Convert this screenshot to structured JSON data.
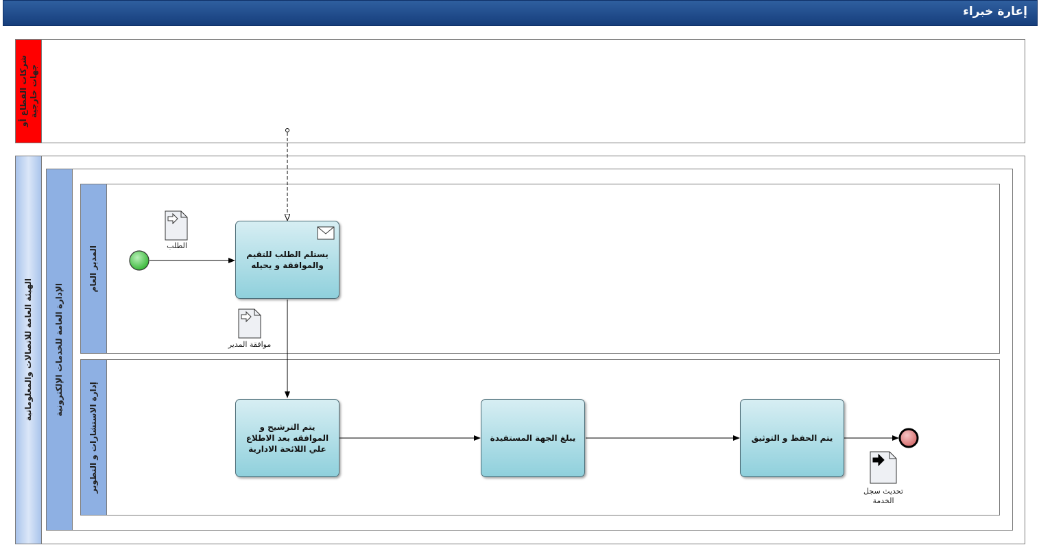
{
  "title": "إعارة خبراء",
  "pools": {
    "external": {
      "label": "شركات القطاع أو جهات خارجية",
      "color": "#ff0000"
    },
    "authority": {
      "label": "الهيئة العامة للاتصالات والمعلوماتية"
    }
  },
  "department": {
    "label": "الإدارة العامة للخدمات الإلكترونية"
  },
  "lanes": {
    "director": {
      "label": "المدير العام"
    },
    "consulting": {
      "label": "إدارة الاستشارات و التطوير"
    }
  },
  "tasks": {
    "receive": {
      "label": "يستلم الطلب للتقيم والموافقة و يحيله"
    },
    "nominate": {
      "label": "يتم الترشيح و الموافقه بعد الاطلاع علي اللائحة الادارية"
    },
    "notify": {
      "label": "يبلغ الجهة المستفيدة"
    },
    "archive": {
      "label": "يتم الحفظ و التوثيق"
    }
  },
  "documents": {
    "request": {
      "label": "الطلب"
    },
    "approval": {
      "label": "موافقة المدير"
    },
    "update": {
      "label": "تحديث سجل الخدمة"
    }
  },
  "colors": {
    "start_event": "#5cc95c",
    "end_event": "#e07b7b",
    "lane_header": "#8eb0e3",
    "task_fill": "#a9dde6"
  },
  "icons": {
    "message": "envelope-icon",
    "input_doc": "data-input-icon",
    "output_doc": "data-output-icon"
  }
}
